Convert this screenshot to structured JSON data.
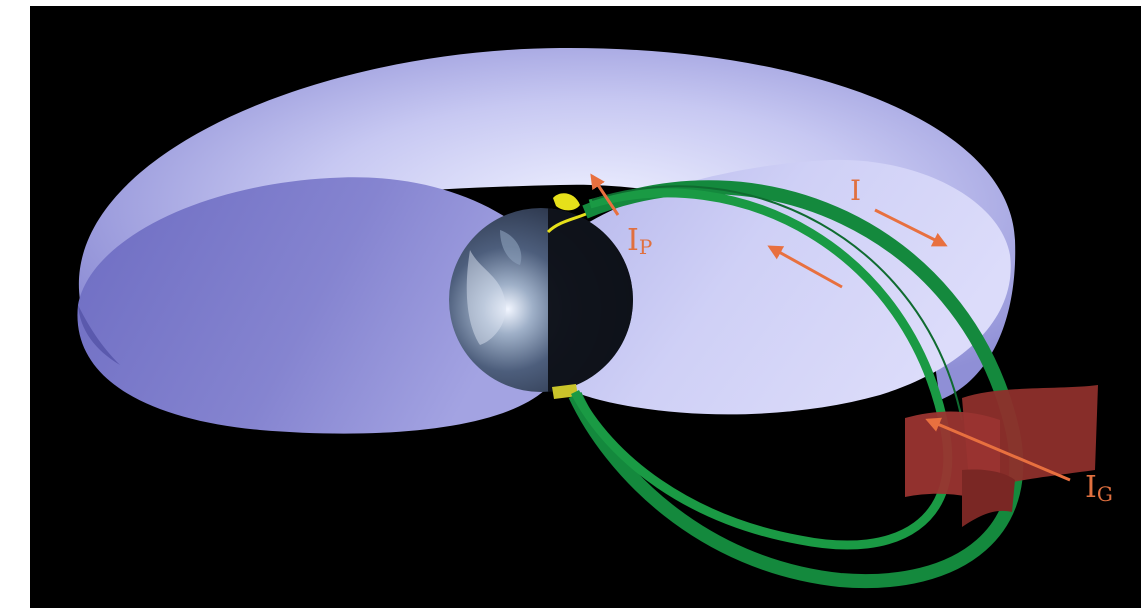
{
  "labels": {
    "ip_letter": "I",
    "ip_sub": "P",
    "ii_letter": "I",
    "ig_letter": "I",
    "ig_sub": "G"
  },
  "colors": {
    "background": "#000000",
    "border": "#ffffff",
    "ring_sheet": "#a7a6e3",
    "field_lines": "#14893d",
    "current_arrows": "#e8703f",
    "aurora": "#e6e01a",
    "generator_panels": "#8e2f2b",
    "label_text": "#e0703f"
  }
}
